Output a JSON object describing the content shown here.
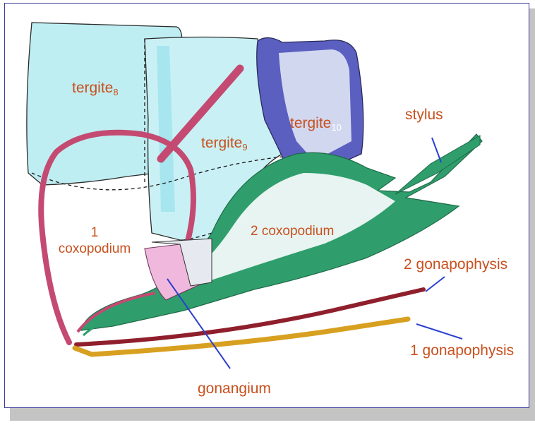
{
  "labels": {
    "tergite8": {
      "text": "tergite",
      "sub": "8"
    },
    "tergite9": {
      "text": "tergite",
      "sub": "9"
    },
    "tergite10": {
      "text": "tergite",
      "sub": "10"
    },
    "stylus": "stylus",
    "coxopodium1_num": "1",
    "coxopodium1_word": "coxopodium",
    "coxopodium2": "2 coxopodium",
    "gonapophysis2": "2 gonapophysis",
    "gonapophysis1": "1 gonapophysis",
    "gonangium": "gonangium"
  },
  "colors": {
    "label_text": "#c8501e",
    "leader_line": "#2b3fd0",
    "tergite_fill": "#bfeef2",
    "tergite10_fill": "#5a5fc0",
    "coxopodium2_fill": "#2f9e6c",
    "coxopodium1_outline": "#c44a72",
    "gonangium_fill": "#f0b8dc",
    "gonapophysis2_color": "#8f1f2c",
    "gonapophysis1_color": "#d8a020",
    "frame_border": "#3a3a9a"
  }
}
